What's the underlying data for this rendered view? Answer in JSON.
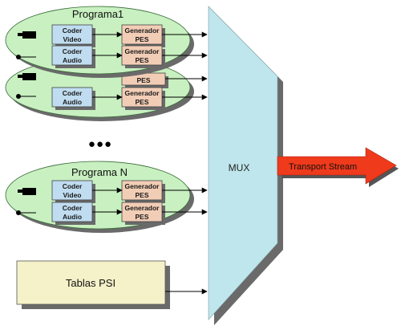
{
  "colors": {
    "ellipse_fill": "#c8f0c0",
    "coder_fill": "#c0dcf0",
    "pes_fill": "#f2cdb6",
    "mux_fill": "#bfe6ec",
    "psi_fill": "#f5f1c8",
    "arrow_fill": "#f03a1c",
    "shadow": "#6a6a6a",
    "line": "#000000"
  },
  "program1": {
    "title": "Programa1",
    "coder_video": [
      "Coder",
      "Video"
    ],
    "coder_audio": [
      "Coder",
      "Audio"
    ],
    "pes_video": [
      "Generador",
      "PES"
    ],
    "pes_audio": [
      "Generador",
      "PES"
    ]
  },
  "program_back": {
    "pes_partial": "PES",
    "coder_audio": [
      "Coder",
      "Audio"
    ],
    "pes_audio": [
      "Generador",
      "PES"
    ]
  },
  "ellipsis": "●●●",
  "programN": {
    "title": "Programa N",
    "coder_video": [
      "Coder",
      "Video"
    ],
    "coder_audio": [
      "Coder",
      "Audio"
    ],
    "pes_video": [
      "Generador",
      "PES"
    ],
    "pes_audio": [
      "Generador",
      "PES"
    ]
  },
  "mux_label": "MUX",
  "output_label": "Transport Stream",
  "psi_label": "Tablas PSI",
  "icons": [
    "video-camera-icon",
    "microphone-icon"
  ]
}
